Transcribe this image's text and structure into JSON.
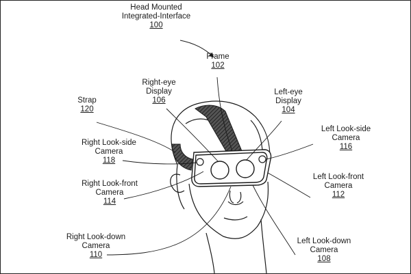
{
  "figure": {
    "callouts": {
      "hmi": {
        "lines": [
          "Head Mounted",
          "Integrated-Interface"
        ],
        "number": "100"
      },
      "frame": {
        "lines": [
          "Frame"
        ],
        "number": "102"
      },
      "right_disp": {
        "lines": [
          "Right-eye",
          "Display"
        ],
        "number": "106"
      },
      "left_disp": {
        "lines": [
          "Left-eye",
          "Display"
        ],
        "number": "104"
      },
      "strap": {
        "lines": [
          "Strap"
        ],
        "number": "120"
      },
      "left_side": {
        "lines": [
          "Left Look-side",
          "Camera"
        ],
        "number": "116"
      },
      "right_side": {
        "lines": [
          "Right Look-side",
          "Camera"
        ],
        "number": "118"
      },
      "right_front": {
        "lines": [
          "Right Look-front",
          "Camera"
        ],
        "number": "114"
      },
      "left_front": {
        "lines": [
          "Left Look-front",
          "Camera"
        ],
        "number": "112"
      },
      "right_down": {
        "lines": [
          "Right Look-down",
          "Camera"
        ],
        "number": "110"
      },
      "left_down": {
        "lines": [
          "Left Look-down",
          "Camera"
        ],
        "number": "108"
      }
    }
  }
}
